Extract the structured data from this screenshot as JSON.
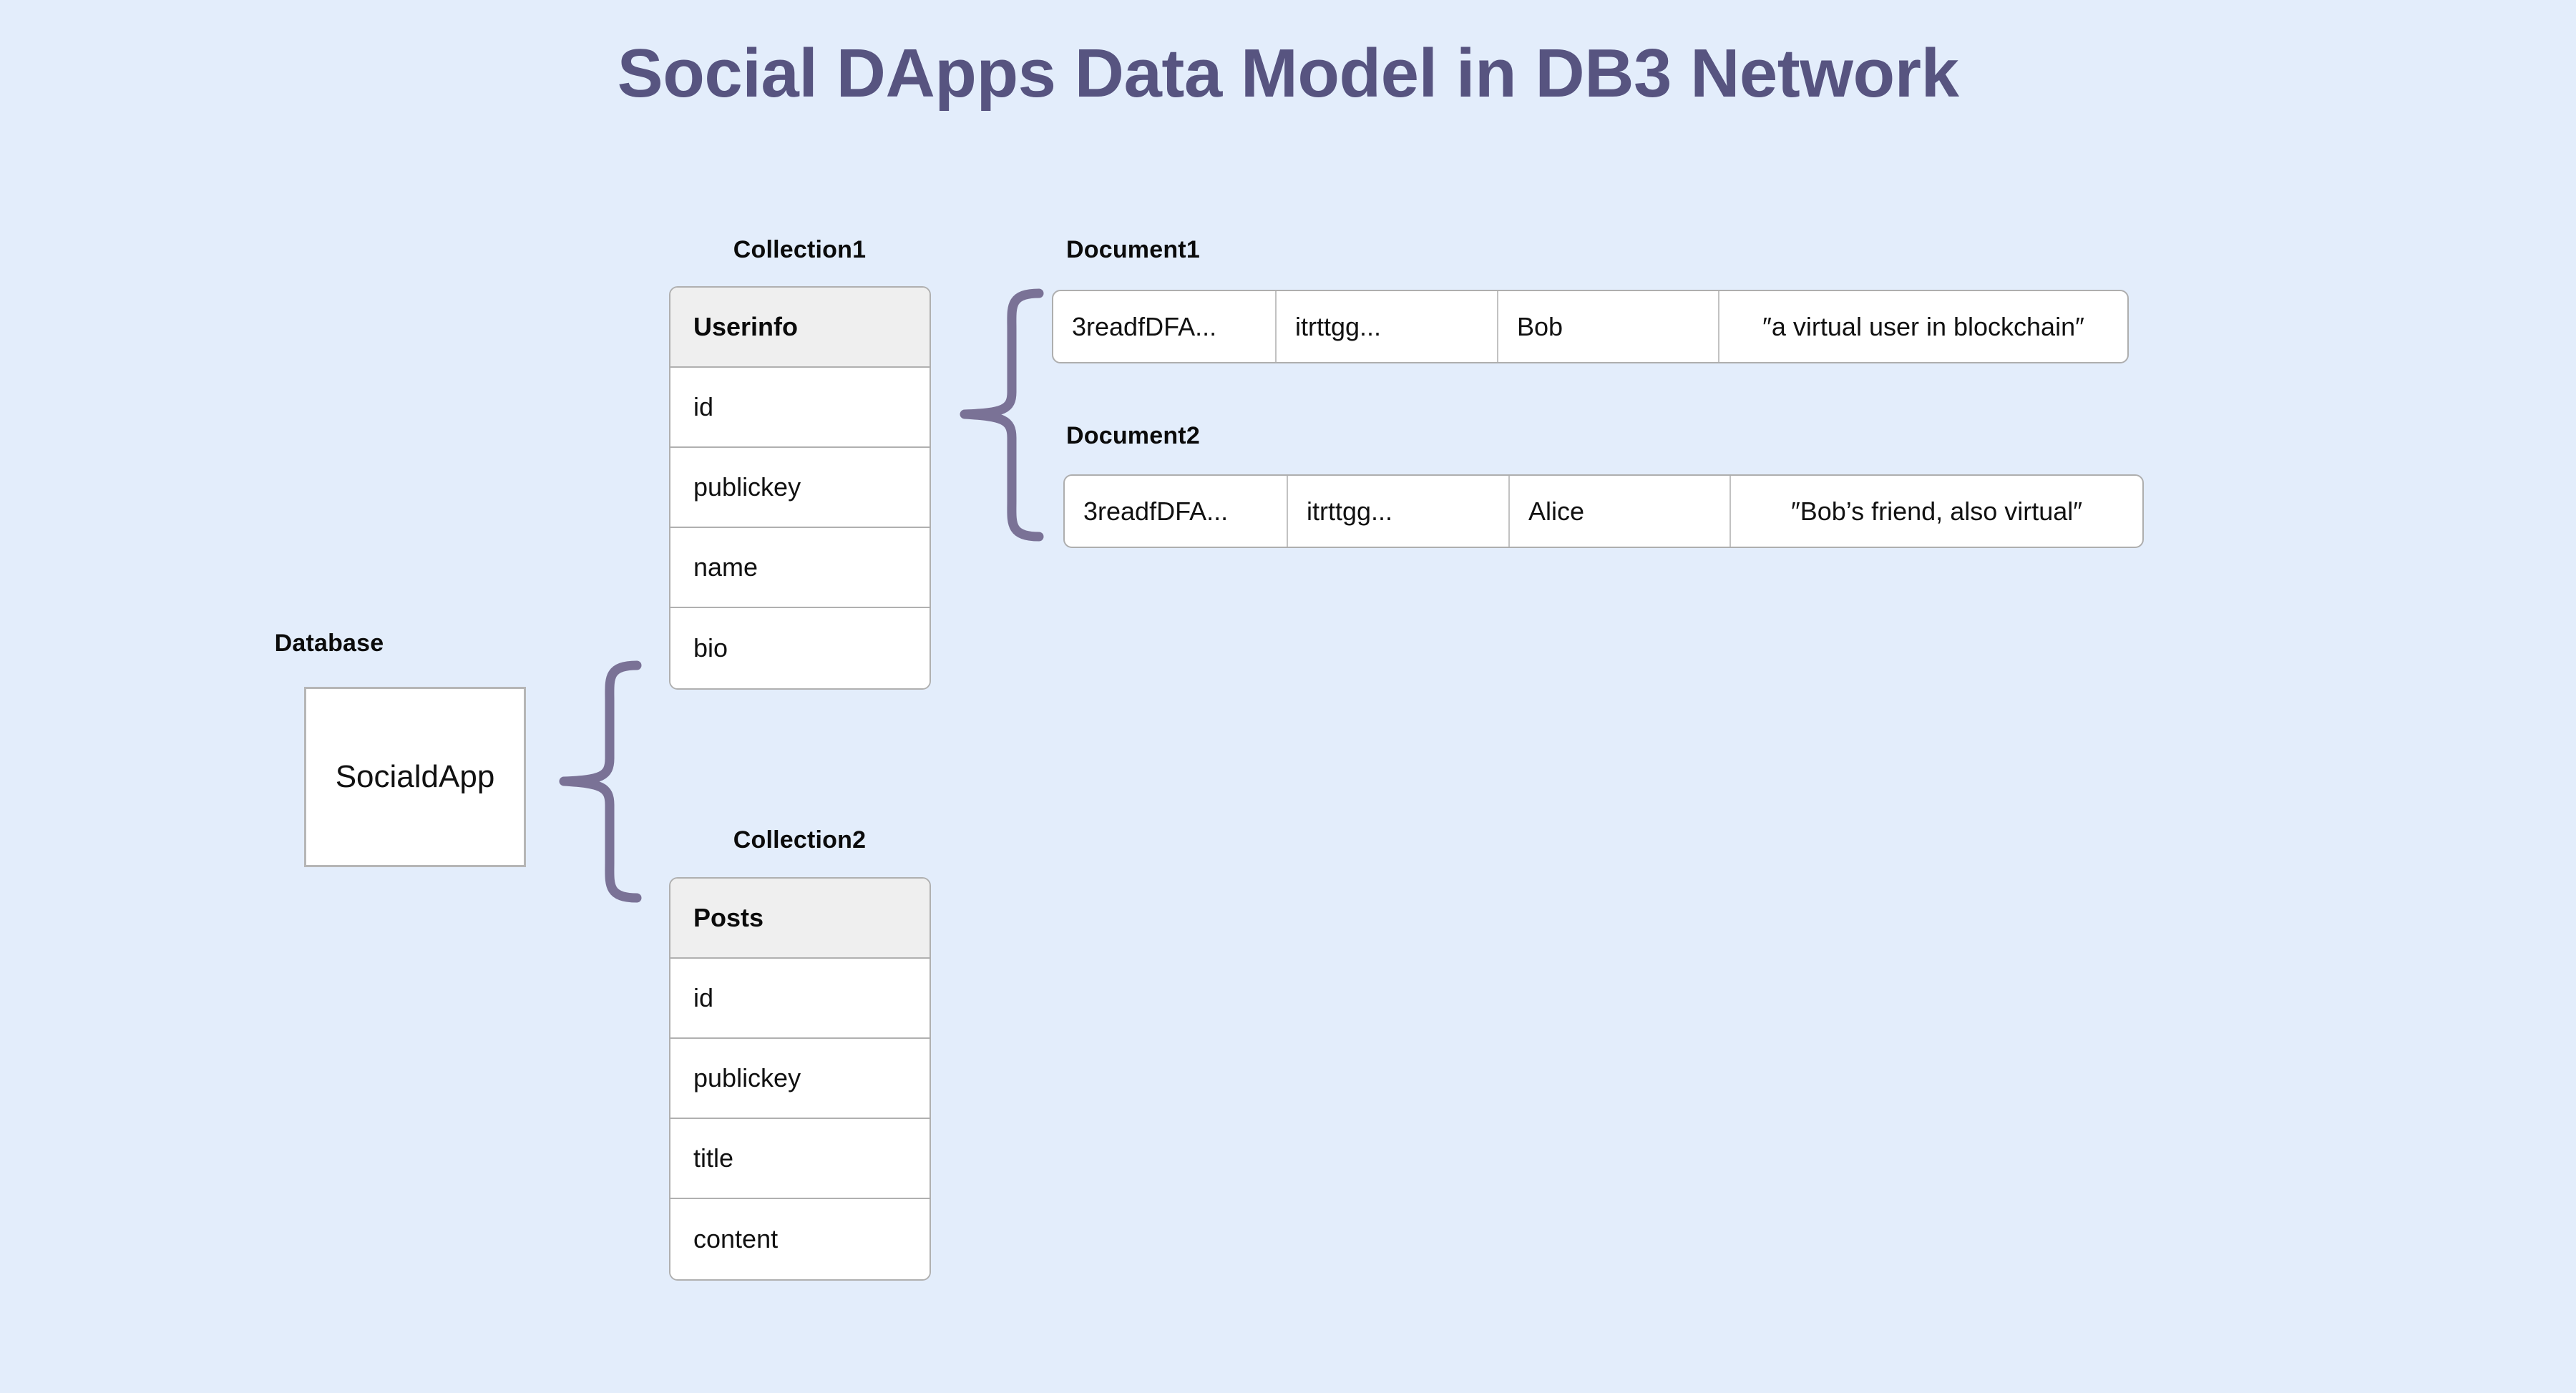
{
  "page": {
    "title": "Social DApps Data Model in DB3 Network",
    "background_color": "#e3edfb",
    "title_color": "#575480",
    "brace_color": "#7a7296"
  },
  "database": {
    "caption": "Database",
    "name": "SocialdApp"
  },
  "collections": [
    {
      "caption": "Collection1",
      "name": "Userinfo",
      "fields": [
        "id",
        "publickey",
        "name",
        "bio"
      ]
    },
    {
      "caption": "Collection2",
      "name": "Posts",
      "fields": [
        "id",
        "publickey",
        "title",
        "content"
      ]
    }
  ],
  "documents": [
    {
      "caption": "Document1",
      "cells": [
        "3readfDFA...",
        "itrttgg...",
        "Bob",
        "″a virtual user in blockchain″"
      ]
    },
    {
      "caption": "Document2",
      "cells": [
        "3readfDFA...",
        "itrttgg...",
        "Alice",
        "″Bob’s friend, also virtual″"
      ]
    }
  ]
}
